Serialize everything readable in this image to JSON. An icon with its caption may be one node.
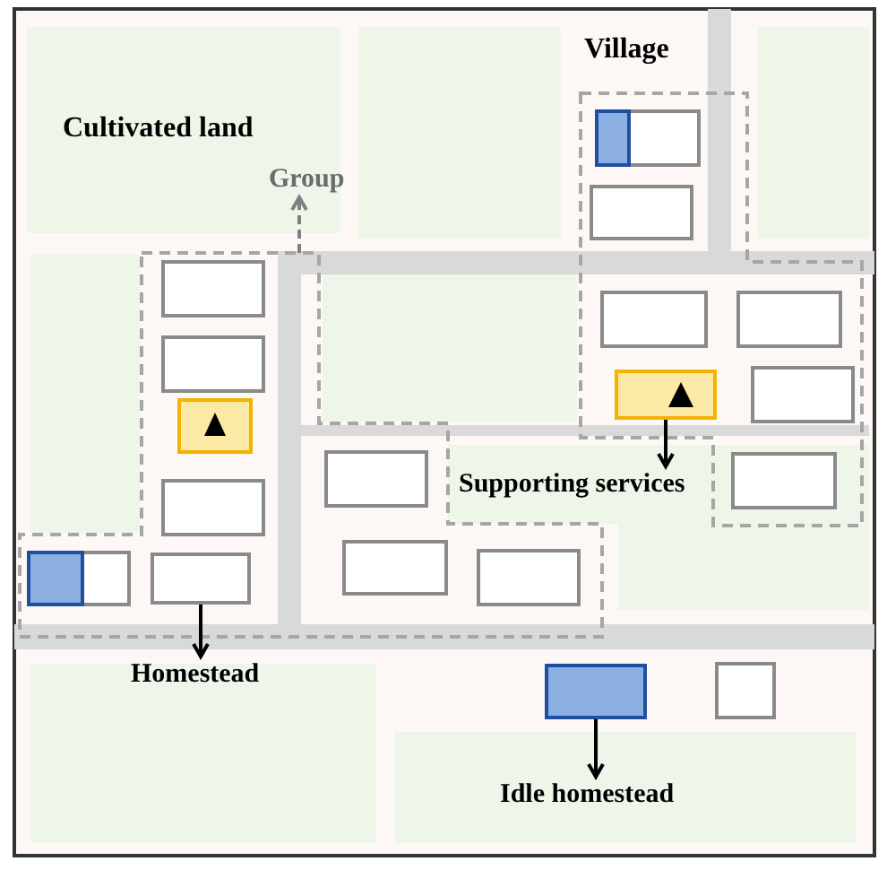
{
  "diagram": {
    "nodes": [
      {
        "text": [
          "Group"
        ]
      },
      {
        "text": [],
        "shape": "box"
      },
      {
        "text": [
          "Homestead"
        ]
      },
      {
        "text": [],
        "shape": "box"
      },
      {
        "text": [
          "Supporting services"
        ]
      },
      {
        "text": [],
        "shape": "box"
      },
      {
        "text": [
          "Idle homestead"
        ]
      }
    ],
    "edges": [
      {
        "from": null,
        "to": 0,
        "arrow": "to",
        "style": "dashed",
        "color": "#808080"
      },
      {
        "from": 1,
        "to": 2,
        "arrow": "to"
      },
      {
        "from": 3,
        "to": 4,
        "arrow": "to"
      },
      {
        "from": 5,
        "to": 6,
        "arrow": "to"
      }
    ],
    "labels": [
      "Cultivated land",
      "Village"
    ]
  }
}
